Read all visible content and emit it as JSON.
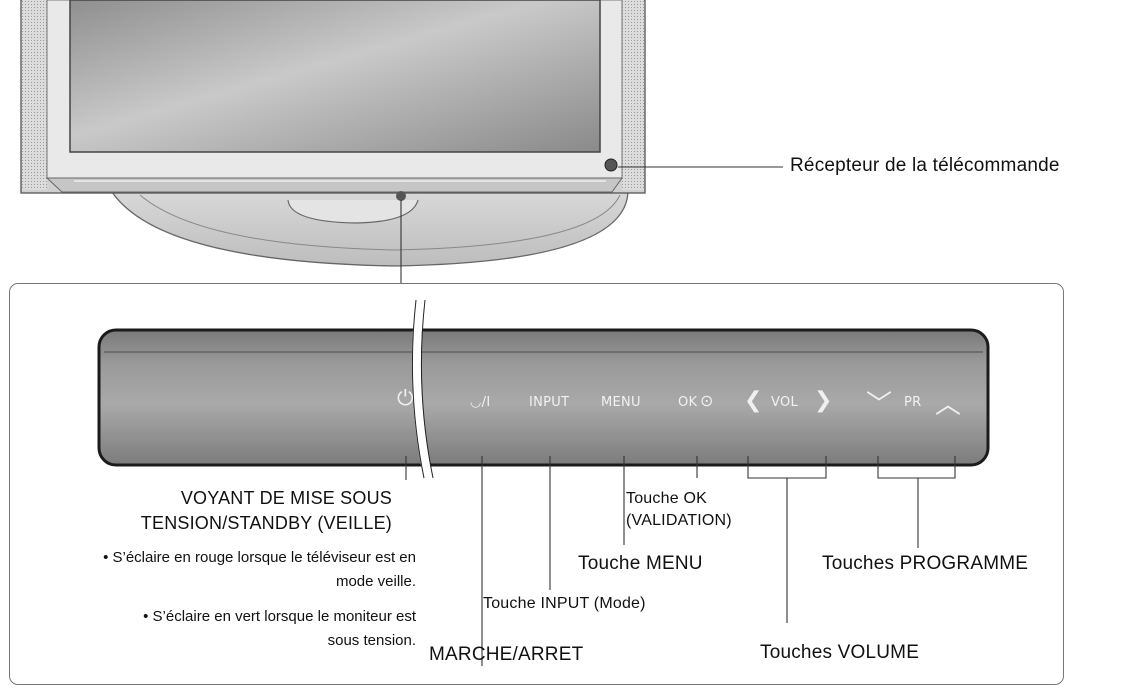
{
  "callouts": {
    "remote_receiver": "Récepteur de la télécommande",
    "power_indicator_line1": "VOYANT DE MISE SOUS",
    "power_indicator_line2": "TENSION/STANDBY (VEILLE)",
    "note_standby_line1": "• S’éclaire en rouge lorsque le téléviseur est en",
    "note_standby_line2": "mode veille.",
    "note_on_line1": "• S’éclaire en vert lorsque le moniteur est",
    "note_on_line2": "sous tension.",
    "power_button": "MARCHE/ARRET",
    "input_button": "Touche INPUT (Mode)",
    "menu_button": "Touche MENU",
    "ok_button_line1": "Touche OK",
    "ok_button_line2": "(VALIDATION)",
    "volume_buttons": "Touches VOLUME",
    "programme_buttons": "Touches PROGRAMME"
  },
  "panel": {
    "power_symbol": "⏻",
    "power_button_symbol": "◡/I",
    "input_label": "INPUT",
    "menu_label": "MENU",
    "ok_label": "OK",
    "ok_symbol": "⊙",
    "vol_label": "VOL",
    "vol_left_symbol": "❮",
    "vol_right_symbol": "❯",
    "pr_label": "PR",
    "pr_down_symbol": "﹀",
    "pr_up_symbol": "︿"
  }
}
